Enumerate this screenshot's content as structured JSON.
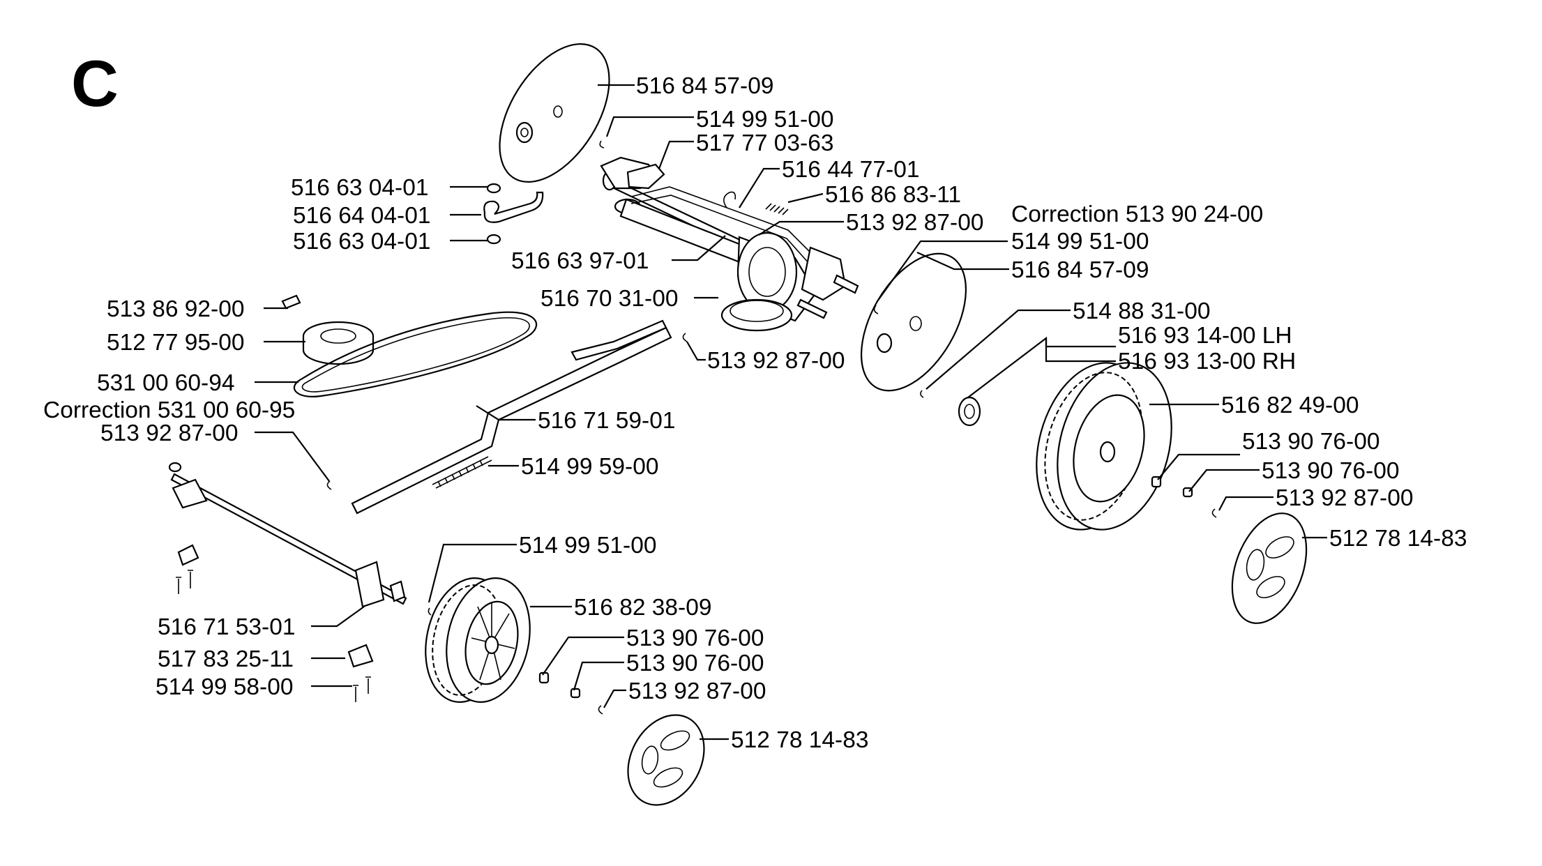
{
  "diagram": {
    "section_letter": "C",
    "labels": [
      "516 84 57-09",
      "514 99 51-00",
      "517 77 03-63",
      "516 44 77-01",
      "516 86 83-11",
      "513 92 87-00",
      "516 63 04-01",
      "516 64 04-01",
      "516 63 04-01",
      "516 63 97-01",
      "Correction 513 90 24-00",
      "514 99 51-00",
      "516 84 57-09",
      "516 70 31-00",
      "514 88 31-00",
      "516 93 14-00 LH",
      "516 93 13-00 RH",
      "513 86 92-00",
      "512 77 95-00",
      "513 92 87-00",
      "531 00 60-94",
      "Correction 531 00 60-95",
      "513 92 87-00",
      "516 71 59-01",
      "514 99 59-00",
      "516 82 49-00",
      "513 90 76-00",
      "513 90 76-00",
      "513 92 87-00",
      "512 78 14-83",
      "514 99 51-00",
      "516 82 38-09",
      "516 71 53-01",
      "513 90 76-00",
      "517 83 25-11",
      "513 90 76-00",
      "514 99 58-00",
      "513 92 87-00",
      "512 78 14-83"
    ]
  }
}
